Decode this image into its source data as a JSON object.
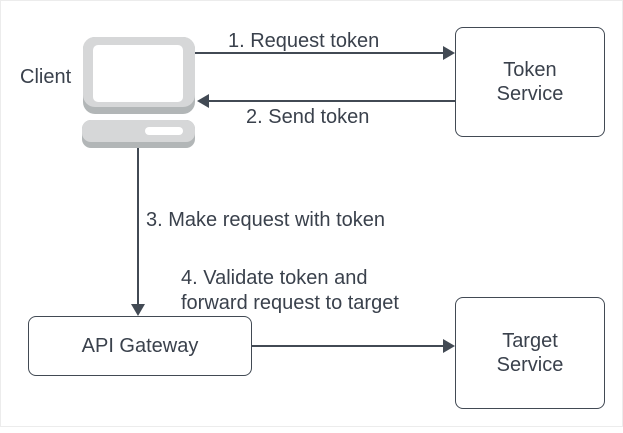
{
  "nodes": {
    "client": {
      "label": "Client",
      "shape": "computer-icon"
    },
    "token_service": {
      "label": "Token\nService",
      "shape": "rounded-rectangle"
    },
    "api_gateway": {
      "label": "API Gateway",
      "shape": "rounded-rectangle"
    },
    "target_service": {
      "label": "Target\nService",
      "shape": "rounded-rectangle"
    }
  },
  "edges": [
    {
      "label": "1. Request token",
      "from": "Client",
      "to": "Token Service"
    },
    {
      "label": "2. Send token",
      "from": "Token Service",
      "to": "Client"
    },
    {
      "label": "3. Make request with token",
      "from": "Client",
      "to": "API Gateway"
    },
    {
      "label": "4. Validate token and\nforward request to target",
      "from": "API Gateway",
      "to": "Target Service"
    }
  ],
  "colors": {
    "stroke": "#424a54",
    "text": "#3a414c",
    "node_fill": "#ffffff",
    "icon_gray": "#d6d7d8",
    "icon_gray_dark": "#b2b6b7",
    "page_border": "#ececec"
  }
}
